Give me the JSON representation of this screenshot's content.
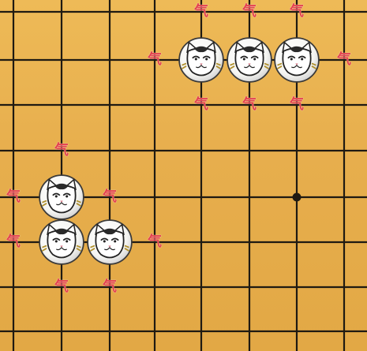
{
  "board": {
    "background": "#e7ae4d",
    "line_color": "#1f1a12",
    "star_point": {
      "col": 6,
      "row": 4
    }
  },
  "liberty_label": "气",
  "liberty_color": "#e4414f",
  "stone_icon": "white-cat-stone-icon",
  "groups": [
    {
      "name": "upper-group",
      "stones": [
        {
          "col": 4,
          "row": 1
        },
        {
          "col": 5,
          "row": 1
        },
        {
          "col": 6,
          "row": 1
        }
      ],
      "liberties": [
        {
          "col": 4,
          "row": 0
        },
        {
          "col": 5,
          "row": 0
        },
        {
          "col": 6,
          "row": 0
        },
        {
          "col": 3,
          "row": 1
        },
        {
          "col": 7,
          "row": 1
        },
        {
          "col": 4,
          "row": 2
        },
        {
          "col": 5,
          "row": 2
        },
        {
          "col": 6,
          "row": 2
        }
      ]
    },
    {
      "name": "lower-group",
      "stones": [
        {
          "col": 1,
          "row": 4
        },
        {
          "col": 1,
          "row": 5
        },
        {
          "col": 2,
          "row": 5
        }
      ],
      "liberties": [
        {
          "col": 1,
          "row": 3
        },
        {
          "col": 0,
          "row": 4
        },
        {
          "col": 2,
          "row": 4
        },
        {
          "col": 0,
          "row": 5
        },
        {
          "col": 3,
          "row": 5
        },
        {
          "col": 1,
          "row": 6
        },
        {
          "col": 2,
          "row": 6
        }
      ]
    }
  ]
}
